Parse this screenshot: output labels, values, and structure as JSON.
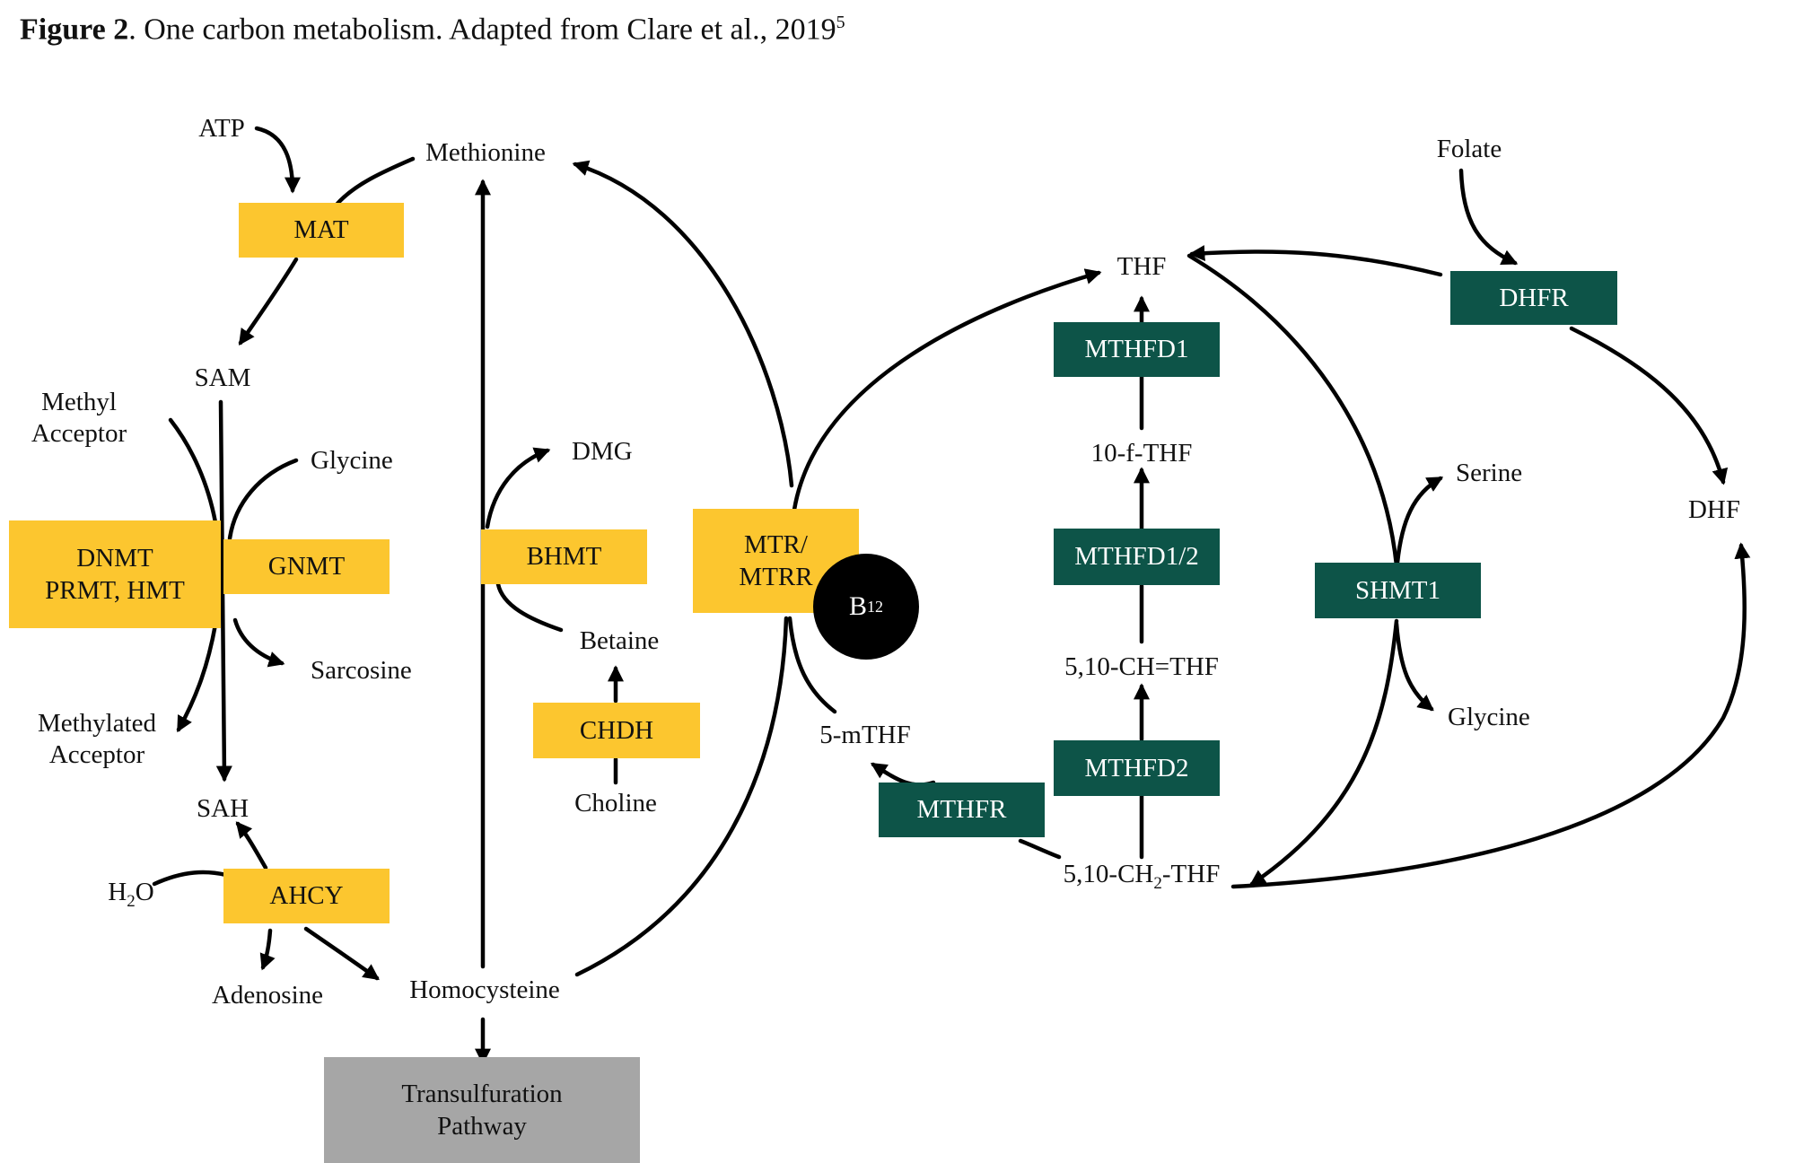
{
  "caption": {
    "figure_label": "Figure 2",
    "text": ". One carbon metabolism. Adapted from Clare et al., 2019",
    "ref": "5"
  },
  "metabolites": {
    "atp": "ATP",
    "methionine": "Methionine",
    "sam": "SAM",
    "methyl_acceptor_1": "Methyl",
    "methyl_acceptor_2": "Acceptor",
    "glycine_left": "Glycine",
    "sarcosine": "Sarcosine",
    "methylated_acceptor_1": "Methylated",
    "methylated_acceptor_2": "Acceptor",
    "sah": "SAH",
    "h2o_h": "H",
    "h2o_sub": "2",
    "h2o_o": "O",
    "adenosine": "Adenosine",
    "homocysteine": "Homocysteine",
    "dmg": "DMG",
    "betaine": "Betaine",
    "choline": "Choline",
    "five_mthf": "5-mTHF",
    "thf": "THF",
    "ten_f_thf": "10-f-THF",
    "methenyl_thf": "5,10-CH=THF",
    "methylene_thf_a": "5,10-CH",
    "methylene_thf_sub": "2",
    "methylene_thf_b": "-THF",
    "folate": "Folate",
    "dhf": "DHF",
    "serine": "Serine",
    "glycine_right": "Glycine"
  },
  "enzymes": {
    "mat": "MAT",
    "dnmt_1": "DNMT",
    "dnmt_2": "PRMT, HMT",
    "gnmt": "GNMT",
    "ahcy": "AHCY",
    "bhmt": "BHMT",
    "chdh": "CHDH",
    "mtr_1": "MTR/",
    "mtr_2": "MTRR",
    "b12_b": "B",
    "b12_sub": "12",
    "mthfr": "MTHFR",
    "mthfd1": "MTHFD1",
    "mthfd12": "MTHFD1/2",
    "mthfd2": "MTHFD2",
    "dhfr": "DHFR",
    "shmt1": "SHMT1",
    "transsulfuration_1": "Transulfuration",
    "transsulfuration_2": "Pathway"
  },
  "colors": {
    "gold_box": "#fcc62f",
    "teal_box": "#0d5448",
    "grey_box": "#a6a6a6",
    "arrow": "#000000"
  }
}
